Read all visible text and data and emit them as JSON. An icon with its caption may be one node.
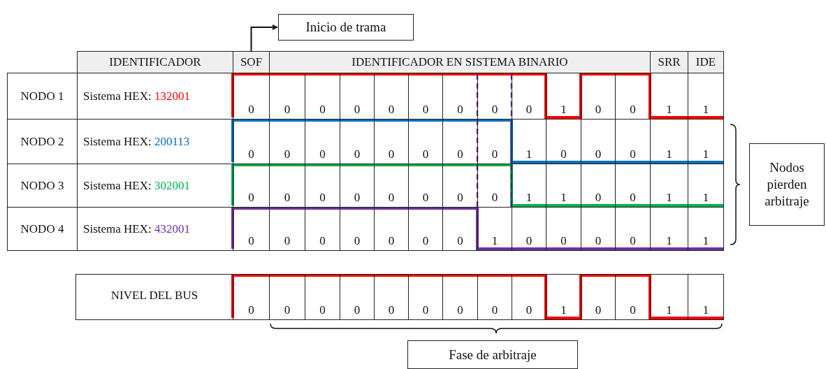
{
  "diagram": {
    "nodes": [
      {
        "text": [
          "Inicio de trama"
        ]
      },
      {
        "text": [
          "IDENTIFICADOR"
        ]
      },
      {
        "text": [
          "SOF"
        ]
      },
      {
        "text": [
          "IDENTIFICADOR EN SISTEMA BINARIO"
        ]
      },
      {
        "text": [
          "SRR"
        ]
      },
      {
        "text": [
          "IDE"
        ]
      },
      {
        "text": [
          "Nodos pierden arbitraje"
        ]
      },
      {
        "text": [
          "Fase de arbitraje"
        ]
      }
    ],
    "edges": [
      {
        "from": 2,
        "to": 0,
        "arrow": "to"
      }
    ],
    "labels": [
      "NODO 1",
      "Sistema HEX:",
      "132001",
      "0",
      "0",
      "0",
      "0",
      "0",
      "0",
      "0",
      "0",
      "0",
      "1",
      "0",
      "0",
      "1",
      "1",
      "NODO 2",
      "Sistema HEX:",
      "200113",
      "0",
      "0",
      "0",
      "0",
      "0",
      "0",
      "0",
      "0",
      "1",
      "0",
      "0",
      "0",
      "1",
      "1",
      "NODO 3",
      "Sistema HEX:",
      "302001",
      "0",
      "0",
      "0",
      "0",
      "0",
      "0",
      "0",
      "0",
      "1",
      "1",
      "0",
      "0",
      "1",
      "1",
      "NODO 4",
      "Sistema HEX:",
      "432001",
      "0",
      "0",
      "0",
      "0",
      "0",
      "0",
      "0",
      "1",
      "0",
      "0",
      "0",
      "0",
      "1",
      "1",
      "NIVEL DEL BUS",
      "0",
      "0",
      "0",
      "0",
      "0",
      "0",
      "0",
      "0",
      "0",
      "1",
      "0",
      "0",
      "1",
      "1"
    ]
  }
}
